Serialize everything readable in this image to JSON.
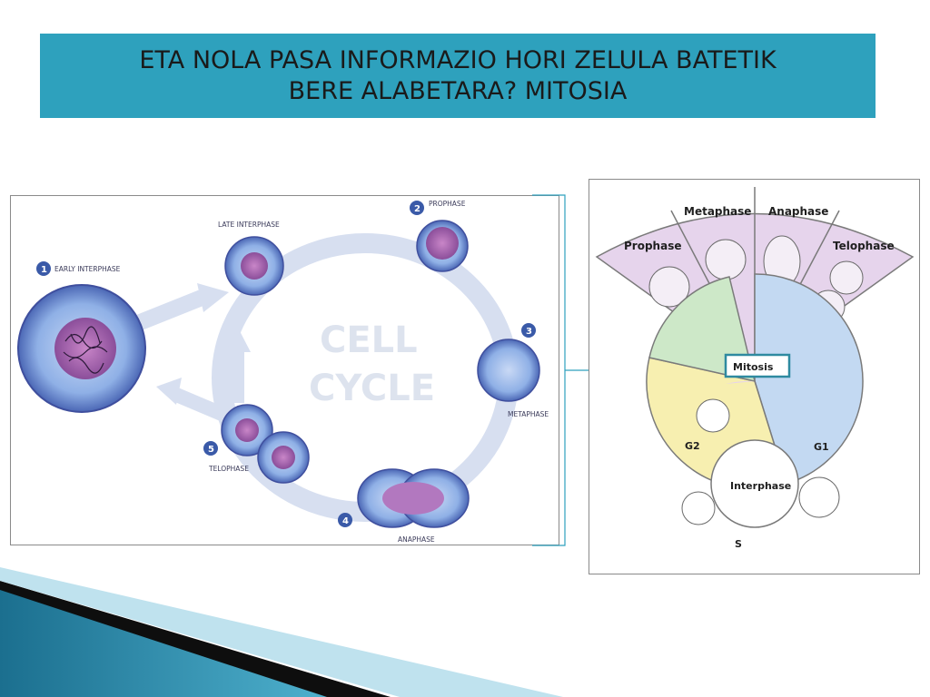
{
  "slide": {
    "title_line1": "ETA NOLA PASA INFORMAZIO HORI ZELULA BATETIK",
    "title_line2": "BERE ALABETARA? MITOSIA"
  },
  "cell_cycle": {
    "center_line1": "CELL",
    "center_line2": "CYCLE",
    "stages": [
      {
        "num": "1",
        "label": "EARLY INTERPHASE"
      },
      {
        "label": "LATE INTERPHASE"
      },
      {
        "num": "2",
        "label": "PROPHASE"
      },
      {
        "num": "3",
        "label": "METAPHASE"
      },
      {
        "num": "4",
        "label": "ANAPHASE"
      },
      {
        "num": "5",
        "label": "TELOPHASE"
      }
    ]
  },
  "mitosis_diagram": {
    "phases": [
      "Prophase",
      "Metaphase",
      "Anaphase",
      "Telophase"
    ],
    "mitosis_label": "Mitosis",
    "interphase_label": "Interphase",
    "sectors": [
      "G1",
      "S",
      "G2"
    ],
    "colors": {
      "G1": "#c3d9f2",
      "S": "#f7efb0",
      "G2": "#cde8c8",
      "fan": "#e6d4ec"
    }
  }
}
